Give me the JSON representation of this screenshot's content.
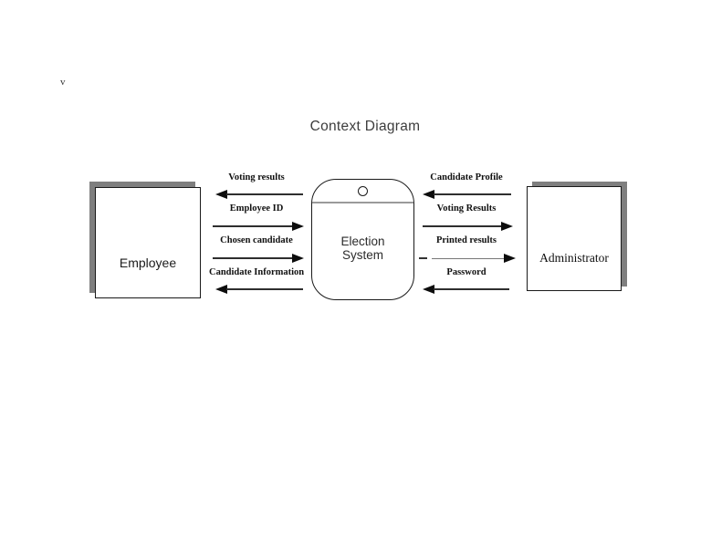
{
  "page": {
    "stray_char": "v",
    "title": "Context Diagram"
  },
  "entities": {
    "employee": {
      "label": "Employee"
    },
    "process": {
      "lines": [
        "Election",
        "System"
      ]
    },
    "administrator": {
      "label": "Administrator"
    }
  },
  "flows": {
    "employee_side": [
      {
        "label": "Voting results",
        "direction": "to-employee"
      },
      {
        "label": "Employee ID",
        "direction": "to-system"
      },
      {
        "label": "Chosen candidate",
        "direction": "to-system"
      },
      {
        "label": "Candidate Information",
        "direction": "to-employee"
      }
    ],
    "administrator_side": [
      {
        "label": "Candidate Profile",
        "direction": "to-system"
      },
      {
        "label": "Voting Results",
        "direction": "to-administrator"
      },
      {
        "label": "Printed results",
        "direction": "to-administrator"
      },
      {
        "label": "Password",
        "direction": "to-system"
      }
    ]
  },
  "colors": {
    "shadow": "#7f7f7f",
    "shape_border": "#1a1a1a",
    "flow_line": "#2e2e2e",
    "arrowhead": "#0d0d0d",
    "process_divider": "#9a9a9a",
    "title_text": "#3d3d3d"
  }
}
